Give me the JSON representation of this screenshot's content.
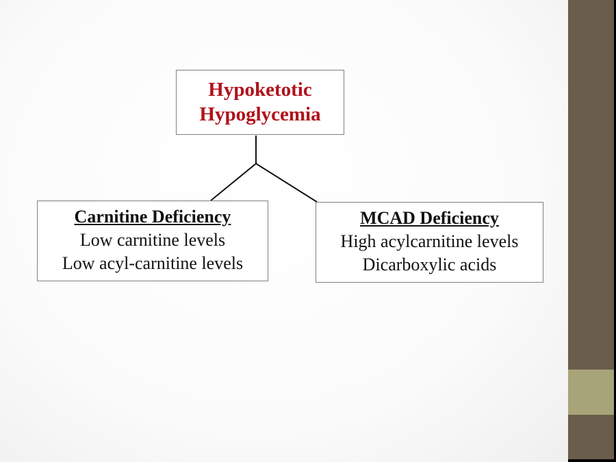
{
  "root": {
    "line1": "Hypoketotic",
    "line2": "Hypoglycemia"
  },
  "left": {
    "title": "Carnitine Deficiency",
    "items": [
      "Low carnitine levels",
      "Low acyl-carnitine levels"
    ]
  },
  "right": {
    "title": "MCAD Deficiency",
    "items": [
      "High acylcarnitine levels",
      "Dicarboxylic acids"
    ]
  },
  "colors": {
    "title": "#b0121b",
    "sidebar": "#6b5d4b",
    "accent": "#a8a47a"
  }
}
